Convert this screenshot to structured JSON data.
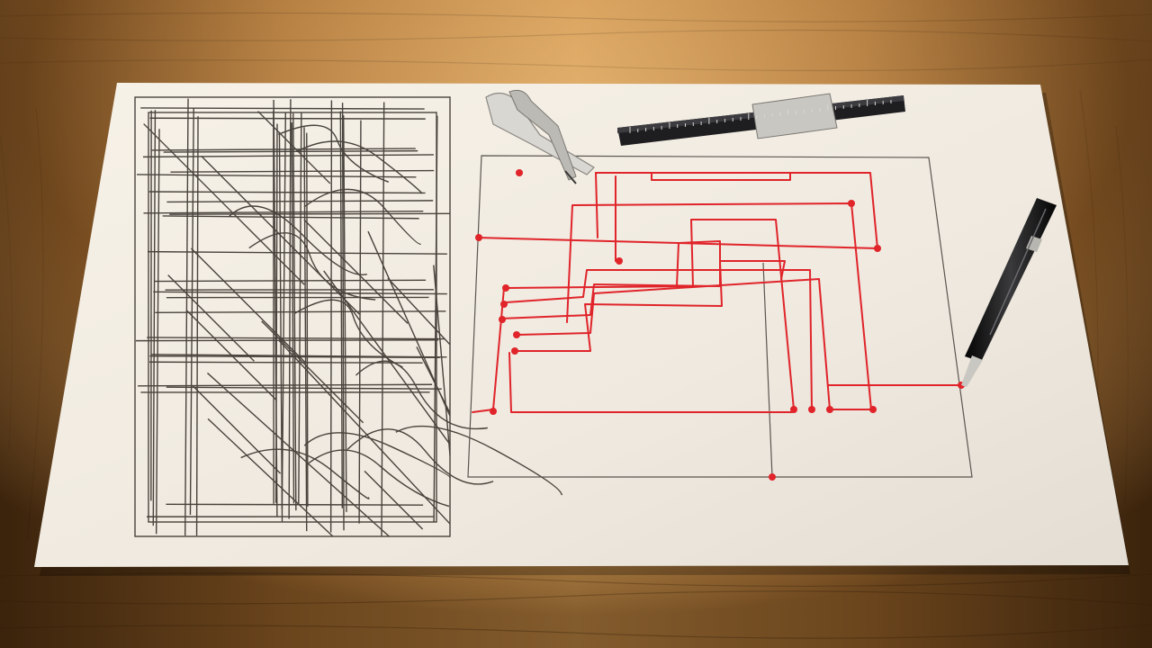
{
  "scene": {
    "colors": {
      "wood_light": "#c98d45",
      "wood_dark": "#5a3612",
      "paper": "#f1ece3",
      "ink": "#2b2520",
      "circuit_red": "#e0242a",
      "instrument_dark": "#1e1e20",
      "metal": "#c9c7c2"
    },
    "icons": {
      "left_drawing": "tangled-line-sketch",
      "right_drawing": "red-circuit-diagram",
      "caliper": "caliper-tool",
      "ruler": "scale-ruler",
      "pen": "fountain-pen"
    }
  }
}
